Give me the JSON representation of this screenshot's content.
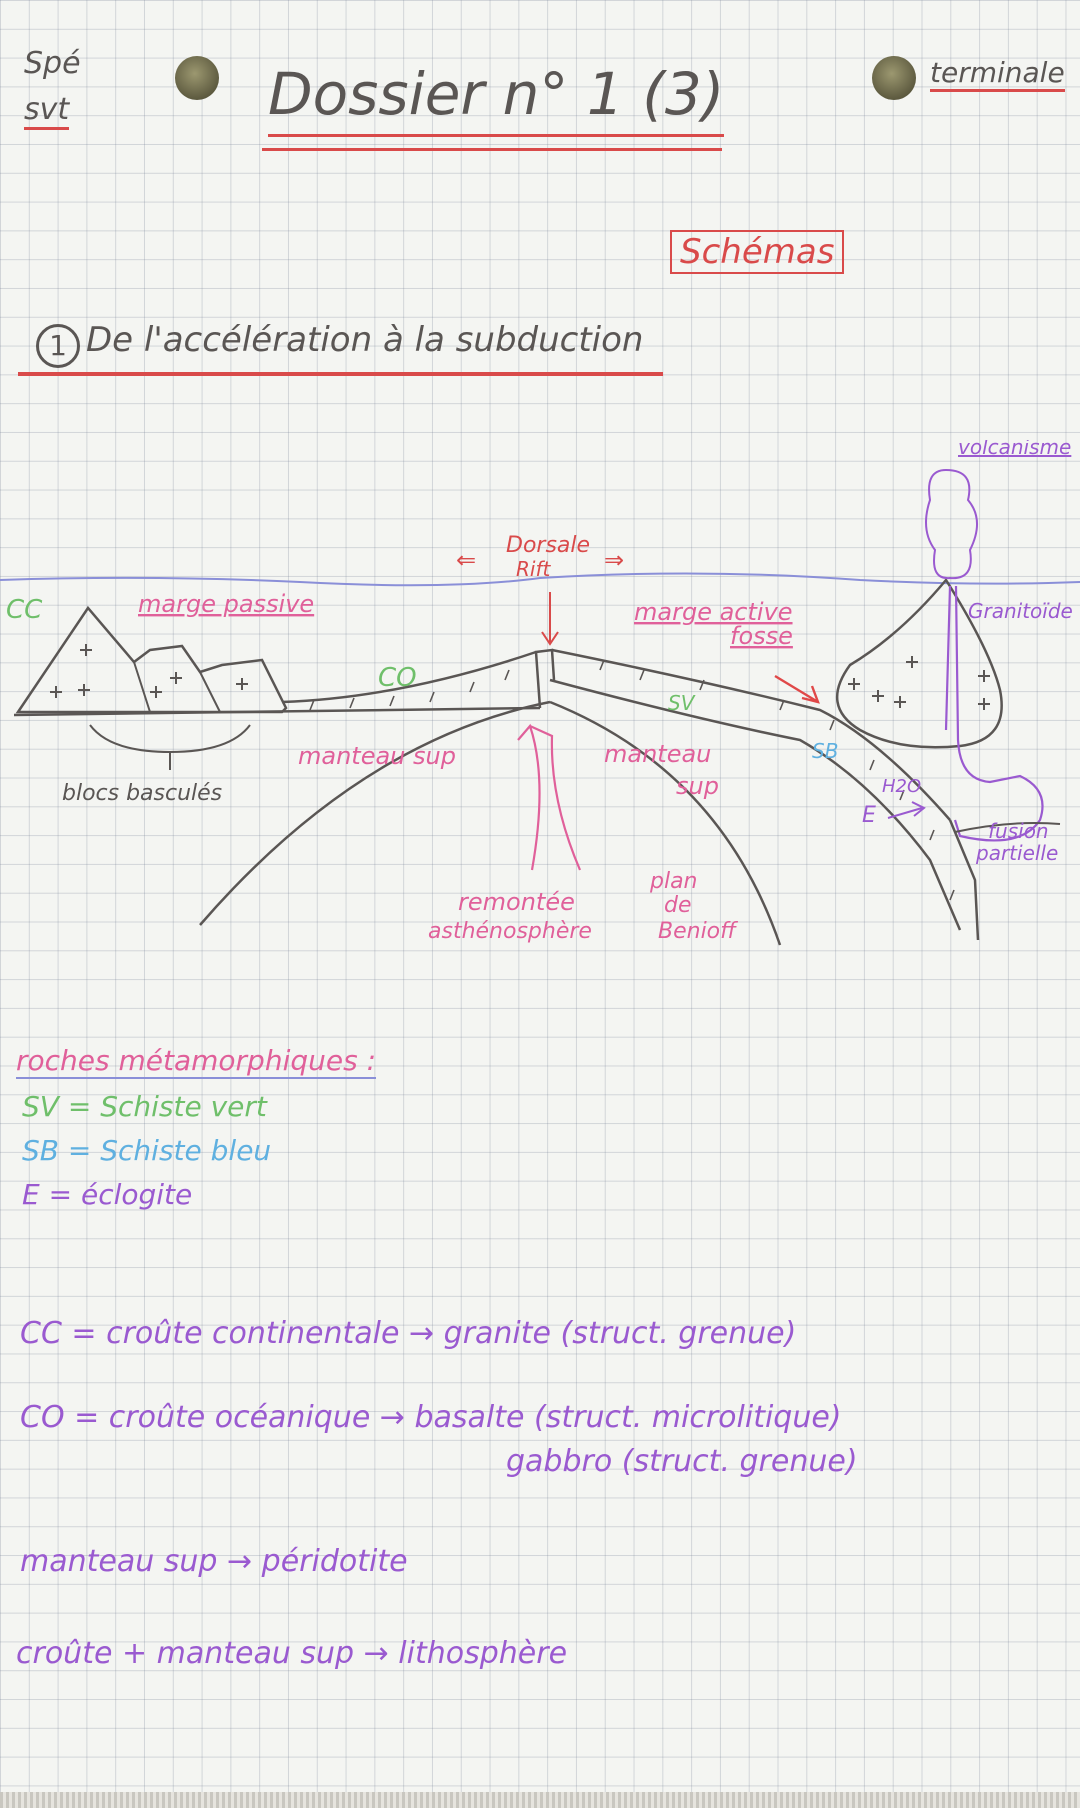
{
  "header": {
    "subject_top": "Spé",
    "subject_bottom": "svt",
    "title": "Dossier n° 1 (3)",
    "level": "terminale",
    "tag": "Schémas"
  },
  "section": {
    "number": "1",
    "title": "De l'accélération à la subduction"
  },
  "diagram": {
    "labels": {
      "cc": "CC",
      "marge_passive": "marge passive",
      "dorsale": "Dorsale",
      "rift": "Rift",
      "co": "CO",
      "marge_active": "marge active",
      "fosse": "fosse",
      "volcanisme": "volcanisme",
      "granitoide": "Granitoïde",
      "manteau_sup_left": "manteau sup",
      "manteau_sup_right_1": "manteau",
      "manteau_sup_right_2": "sup",
      "blocs_basculés": "blocs basculés",
      "sv": "SV",
      "sb": "SB",
      "e": "E",
      "h2o": "H2O",
      "fusion_1": "fusion",
      "fusion_2": "partielle",
      "remontee_1": "remontée",
      "remontee_2": "asthénosphère",
      "benioff_1": "plan",
      "benioff_2": "de",
      "benioff_3": "Benioff"
    },
    "colors": {
      "pencil": "#5a5654",
      "blue": "#8a8fd8",
      "pink": "#e0609a",
      "green": "#6fbf6a",
      "light_blue": "#5fb0e0",
      "purple": "#9a5ad0",
      "red": "#e04848"
    }
  },
  "legend": {
    "title": "roches métamorphiques :",
    "items": [
      {
        "abbr": "SV",
        "text": "= Schiste vert",
        "color": "#6fbf6a"
      },
      {
        "abbr": "SB",
        "text": "= Schiste bleu",
        "color": "#5fb0e0"
      },
      {
        "abbr": "E",
        "text": "= éclogite",
        "color": "#9a5ad0"
      }
    ]
  },
  "notes": {
    "cc_line": "CC = croûte continentale → granite (struct. grenue)",
    "co_line_1": "CO = croûte océanique → basalte (struct. microlitique)",
    "co_line_2": "gabbro (struct. grenue)",
    "manteau_line": "manteau sup → péridotite",
    "litho_line": "croûte + manteau sup → lithosphère"
  }
}
